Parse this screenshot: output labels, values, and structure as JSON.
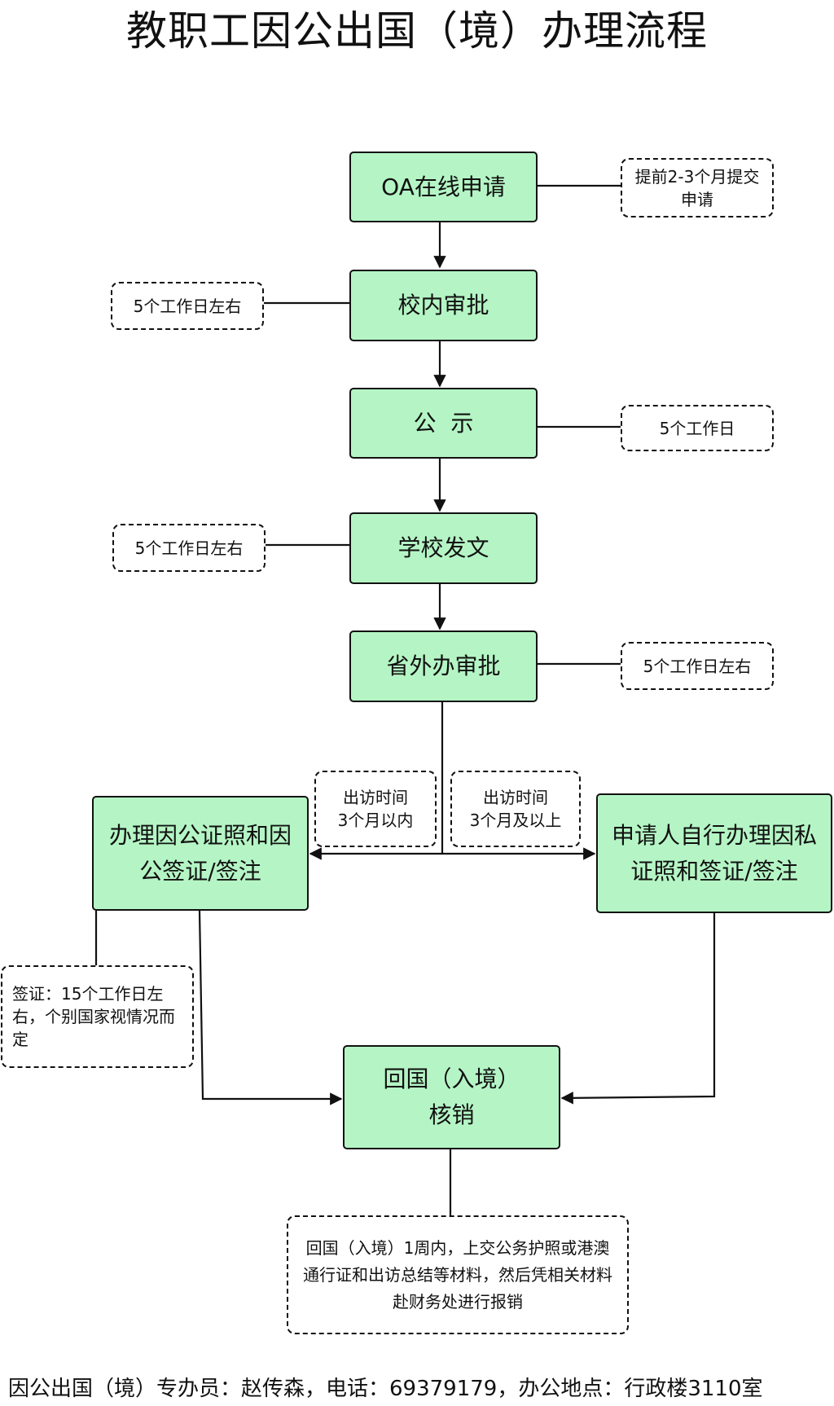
{
  "title": "教职工因公出国（境）办理流程",
  "steps": {
    "oa_apply": "OA在线申请",
    "campus_approval": "校内审批",
    "publicity": "公  示",
    "school_document": "学校发文",
    "provincial_approval": "省外办审批",
    "public_passport": "办理因公证照和因公签证/签注",
    "private_passport": "申请人自行办理因私证照和签证/签注",
    "return_verify": "回国（入境）核销"
  },
  "notes": {
    "oa_apply": "提前2-3个月提交申请",
    "campus_approval": "5个工作日左右",
    "publicity": "5个工作日",
    "school_document": "5个工作日左右",
    "provincial_approval": "5个工作日左右",
    "within_3_months": "出访时间\n3个月以内",
    "over_3_months": "出访时间\n3个月及以上",
    "visa_time": "签证：15个工作日左右，个别国家视情况而定",
    "return_materials": "回国（入境）1周内，上交公务护照或港澳通行证和出访总结等材料，然后凭相关材料赴财务处进行报销"
  },
  "footer": "因公出国（境）专办员：赵传森，电话：69379179，办公地点：行政楼3110室"
}
